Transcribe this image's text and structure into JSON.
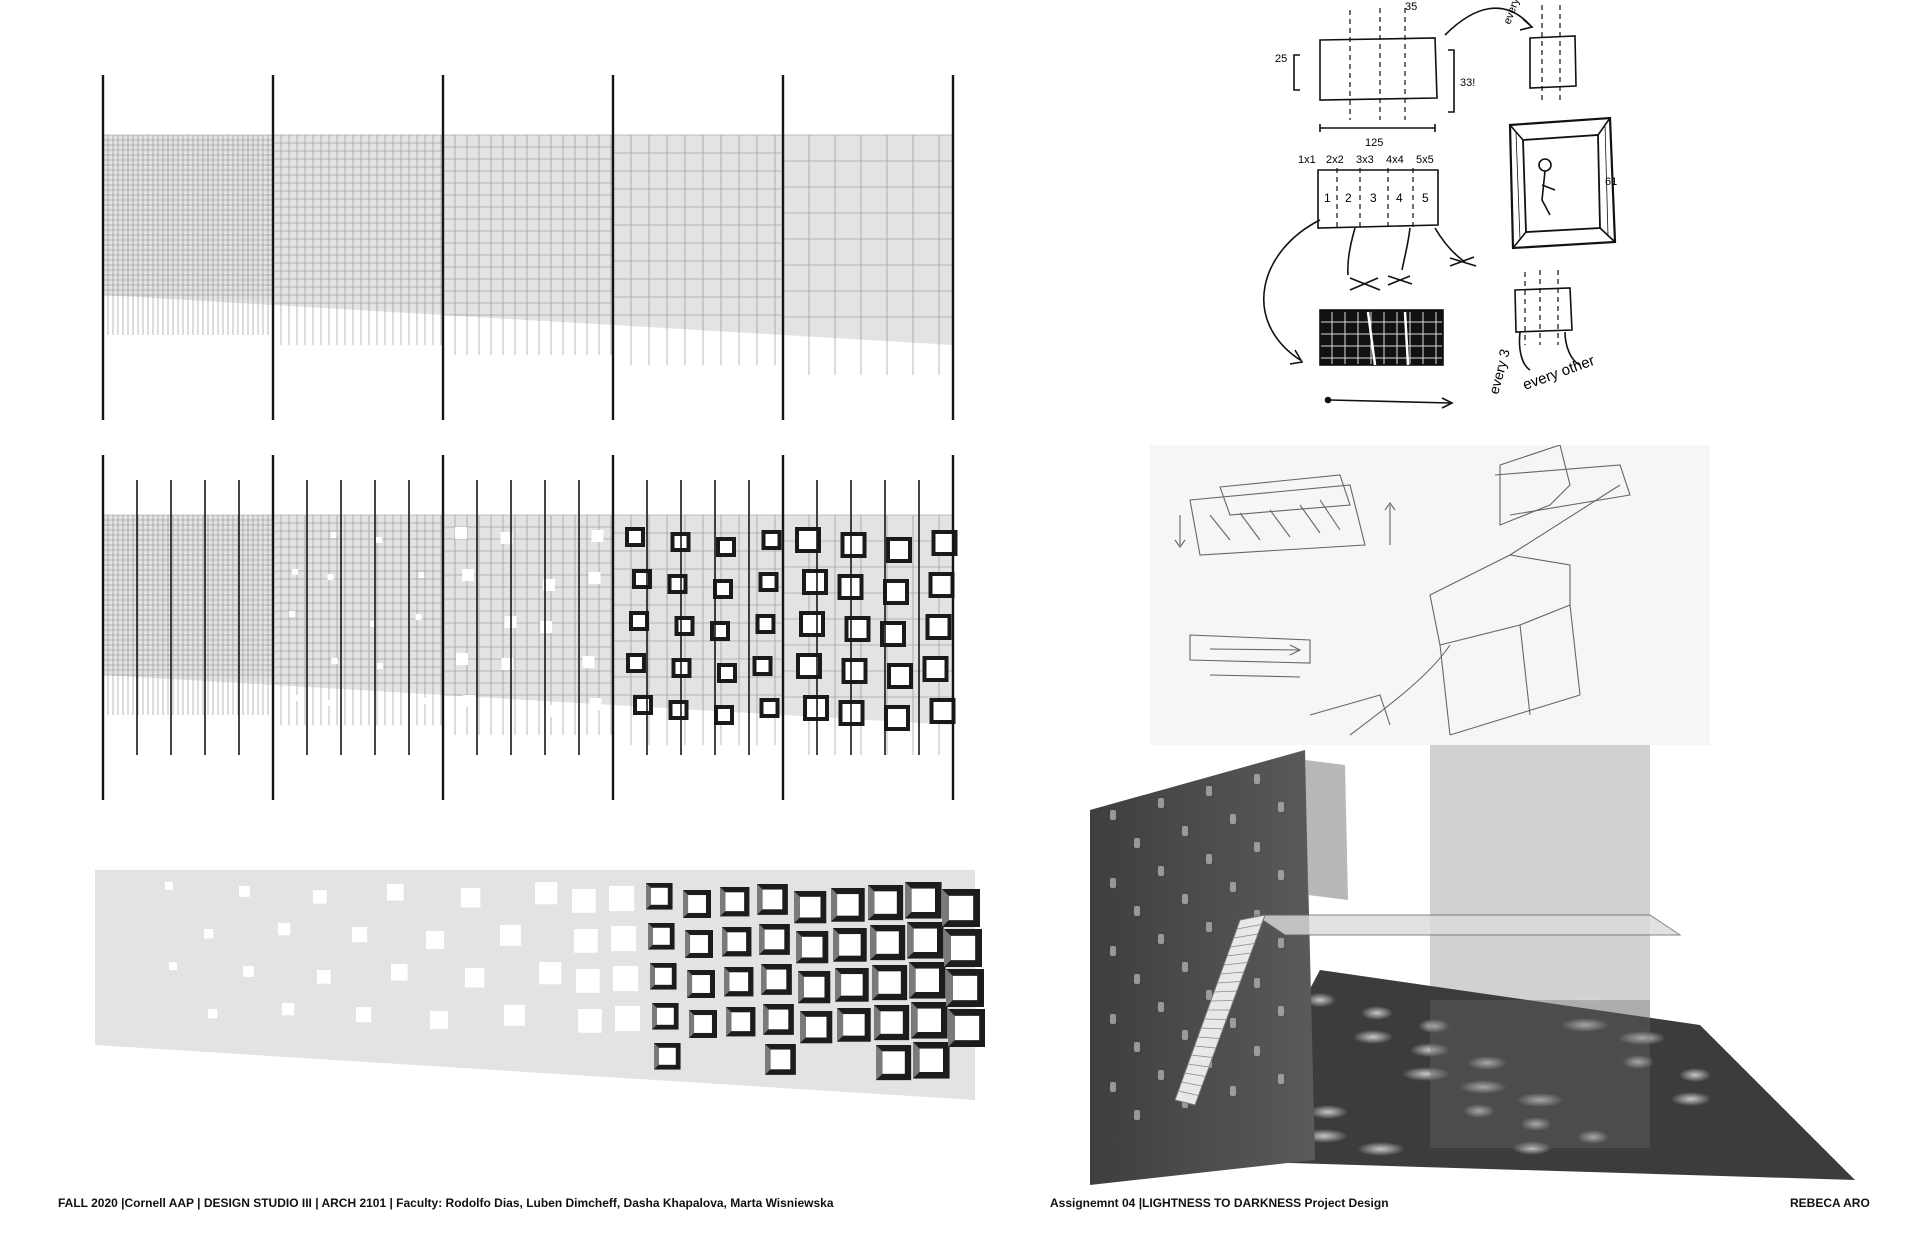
{
  "footer": {
    "course": "FALL 2020 |Cornell AAP | DESIGN STUDIO III | ARCH 2101 | Faculty: Rodolfo Dias, Luben Dimcheff, Dasha Khapalova, Marta Wisniewska",
    "assignment": "Assignemnt 04 |LIGHTNESS TO DARKNESS Project Design",
    "author": "REBECA ARO"
  },
  "sketch": {
    "dim_25": "25",
    "dim_33": "33!",
    "dim_35": "35",
    "dim_125": "125",
    "sizes": [
      "1x1",
      "2x2",
      "3x3",
      "4x4",
      "5x5"
    ],
    "strip_numbers": [
      "1",
      "2",
      "3",
      "4",
      "5"
    ],
    "note_every": "every",
    "note_every_3": "every 3",
    "note_every_other": "every other",
    "note_61": "61"
  },
  "colors": {
    "panel_fill": "#e3e3e3",
    "grid_line": "#8a8a8a",
    "fin": "#151515",
    "floor": "#3c3c3c",
    "wall": "#4a4a4a"
  }
}
